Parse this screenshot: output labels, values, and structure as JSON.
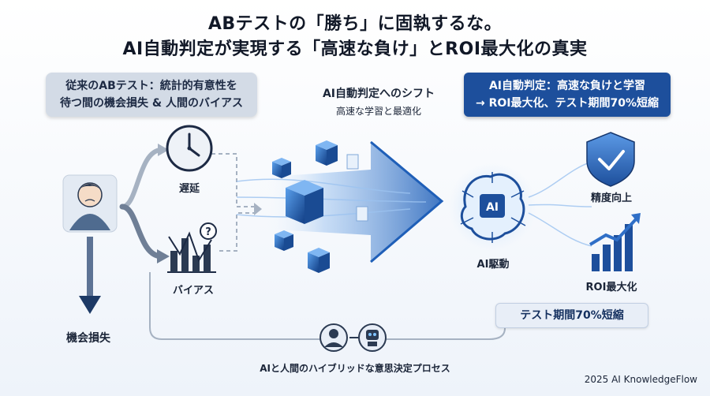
{
  "title": {
    "line1": "ABテストの「勝ち」に固執するな。",
    "line2": "AI自動判定が実現する「高速な負け」とROI最大化の真実"
  },
  "left_box": {
    "line1": "従来のABテスト：統計的有意性を",
    "line2": "待つ間の機会損失 & 人間のバイアス"
  },
  "center": {
    "heading": "AI自動判定へのシフト",
    "subheading": "高速な学習と最適化"
  },
  "right_box": {
    "line1": "AI自動判定：高速な負けと学習",
    "line2": "→ ROI最大化、テスト期間70%短縮"
  },
  "labels": {
    "delay": "遅延",
    "bias": "バイアス",
    "opportunity_loss": "機会損失",
    "ai_driven": "AI駆動",
    "accuracy": "精度向上",
    "roi": "ROI最大化",
    "test_period": "テスト期間70%短縮",
    "hybrid": "AIと人間のハイブリッドな意思決定プロセス",
    "brain_chip": "AI"
  },
  "footer": "2025 AI KnowledgeFlow",
  "icons": [
    "worried-person-icon",
    "clock-icon",
    "bias-chart-icon",
    "data-cube-icon",
    "arrow-flow-icon",
    "ai-brain-icon",
    "shield-check-icon",
    "growth-chart-icon",
    "human-icon",
    "robot-icon"
  ],
  "colors": {
    "accent": "#1d4f9c",
    "arrow": "#2f6fc7",
    "gray": "#d3dbe6",
    "green": "#2e8b57"
  }
}
